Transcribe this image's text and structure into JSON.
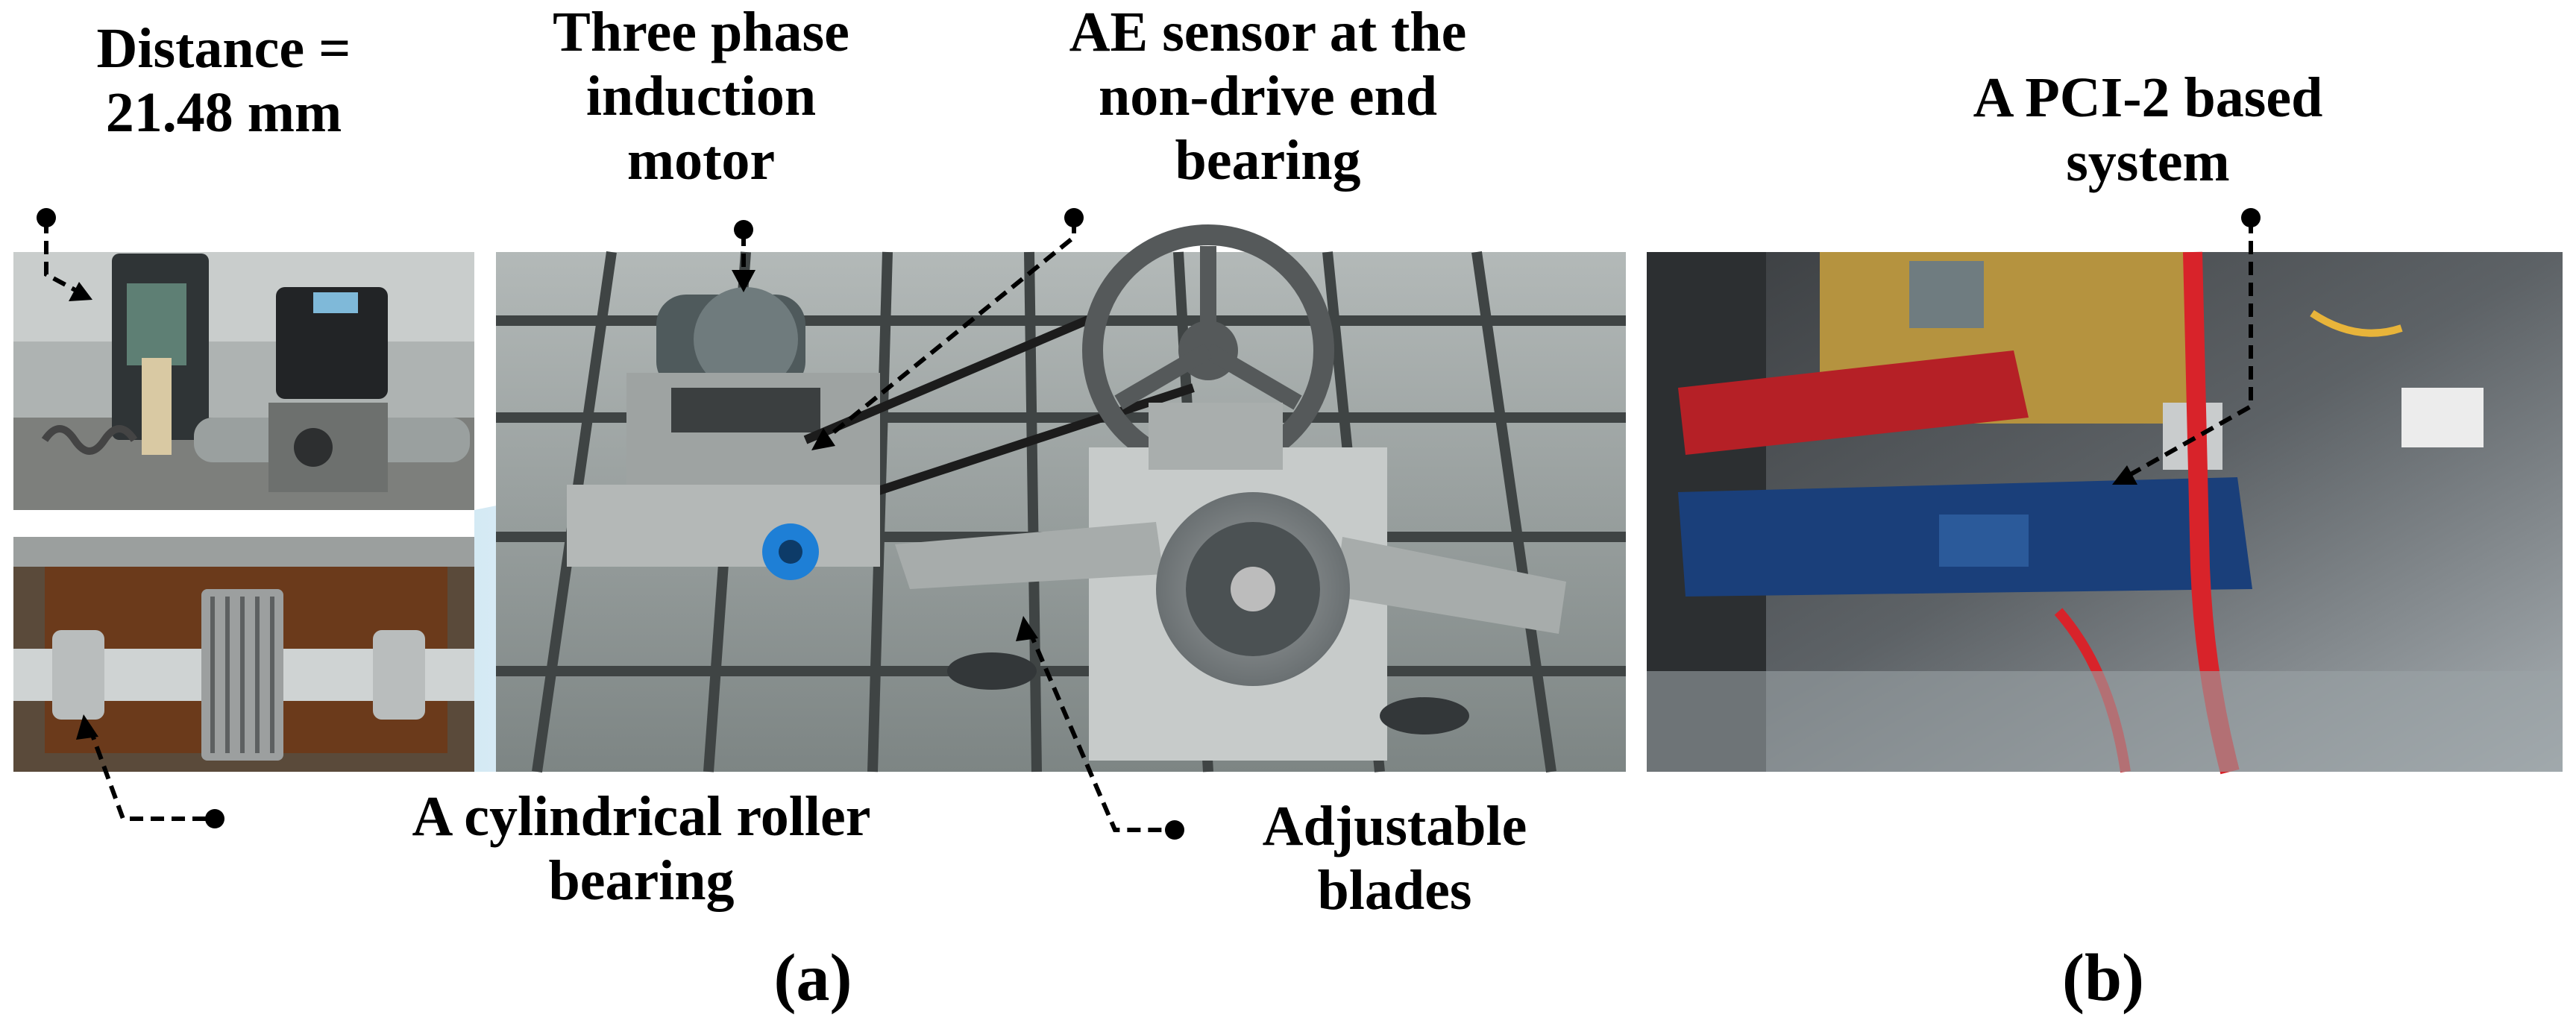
{
  "labels": {
    "distance": {
      "line1": "Distance =",
      "line2": "21.48 mm"
    },
    "motor": {
      "line1": "Three phase",
      "line2": "induction",
      "line3": "motor"
    },
    "ae_sensor": {
      "line1": "AE sensor at the",
      "line2": "non-drive end",
      "line3": "bearing"
    },
    "pci": {
      "line1": "A PCI-2 based",
      "line2": "system"
    },
    "roller": {
      "line1": "A cylindrical roller",
      "line2": "bearing"
    },
    "blades": {
      "line1": "Adjustable",
      "line2": "blades"
    }
  },
  "panels": {
    "a": "(a)",
    "b": "(b)"
  },
  "colors": {
    "photo_background": "#9aa3a3",
    "table_gray": "#8b9292",
    "blue_sensor": "#1e7fd6",
    "red_cable": "#d8232a",
    "pcb_blue": "#1a3f7a",
    "pcb_red": "#b52026",
    "label_text": "#000000"
  }
}
